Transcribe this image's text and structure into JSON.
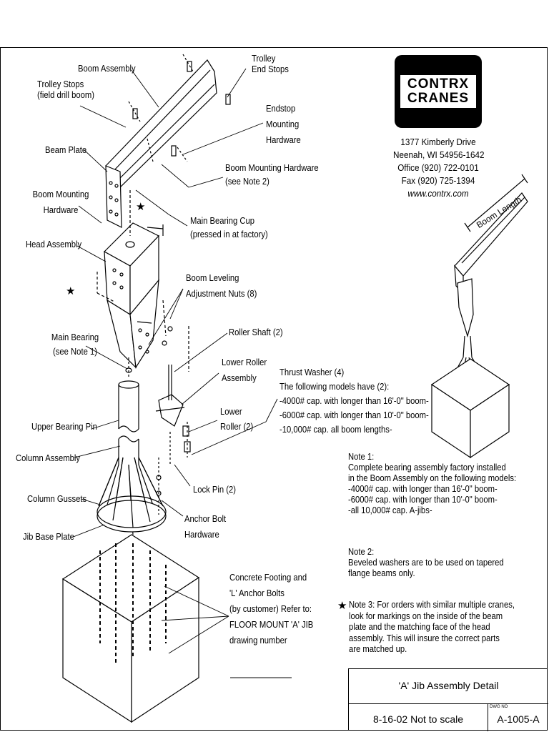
{
  "logo": {
    "line1": "CONTRX",
    "line2": "CRANES"
  },
  "address": [
    "1377 Kimberly Drive",
    "Neenah, WI  54956-1642",
    "Office (920) 722-0101",
    "Fax (920) 725-1394",
    "www.contrx.com"
  ],
  "labels": {
    "boom_assembly": "Boom Assembly",
    "trolley_end_stops": [
      "Trolley",
      "End Stops"
    ],
    "trolley_stops": [
      "Trolley Stops",
      "(field drill boom)"
    ],
    "endstop_hw": [
      "Endstop",
      "Mounting",
      "Hardware"
    ],
    "beam_plate": "Beam Plate",
    "boom_mounting_hw_right": [
      "Boom Mounting Hardware",
      "(see Note 2)"
    ],
    "boom_mounting_hw_left": [
      "Boom Mounting",
      "Hardware"
    ],
    "main_bearing_cup": [
      "Main Bearing Cup",
      "(pressed in at factory)"
    ],
    "head_assembly": "Head Assembly",
    "boom_leveling": [
      "Boom Leveling",
      "Adjustment Nuts (8)"
    ],
    "roller_shaft": "Roller Shaft (2)",
    "main_bearing": [
      "Main Bearing",
      "(see Note 1)"
    ],
    "lower_roller_assembly": [
      "Lower Roller",
      "Assembly"
    ],
    "thrust_washer": [
      "Thrust Washer (4)",
      "The following models have (2):",
      "-4000# cap. with longer than 16'-0\" boom-",
      "-6000# cap. with longer than 10'-0\" boom-",
      "-10,000# cap. all boom lengths-"
    ],
    "lower_roller": [
      "Lower",
      "Roller (2)"
    ],
    "upper_bearing_pin": "Upper Bearing Pin",
    "column_assembly": "Column Assembly",
    "lock_pin": "Lock Pin (2)",
    "column_gussets": "Column Gussets",
    "anchor_bolt_hw": [
      "Anchor Bolt",
      "Hardware"
    ],
    "jib_base_plate": "Jib Base Plate",
    "concrete_footing": [
      "Concrete Footing and",
      "'L' Anchor Bolts",
      "(by customer) Refer to:",
      "FLOOR MOUNT 'A' JIB",
      "drawing number"
    ],
    "boom_length": "Boom Length"
  },
  "notes": {
    "note1": [
      "Note 1:",
      "Complete bearing assembly factory installed",
      "in the Boom Assembly on the following models:",
      "-4000# cap. with longer than 16'-0\" boom-",
      "-6000# cap. with longer than 10'-0\" boom-",
      "-all 10,000# cap. A-jibs-"
    ],
    "note2": [
      "Note 2:",
      "Beveled washers are to be used on tapered",
      "flange beams only."
    ],
    "note3": [
      "Note 3:  For orders with similar multiple cranes,",
      "look for markings on the inside of the beam",
      "plate and the matching face of the head",
      "assembly.  This will insure the correct parts",
      "are matched up."
    ],
    "star_symbol": "★"
  },
  "title_block": {
    "title": "'A' Jib Assembly Detail",
    "date_scale": "8-16-02 Not to scale",
    "dwg_no_label": "DWG NO",
    "drawing_number": "A-1005-A"
  }
}
